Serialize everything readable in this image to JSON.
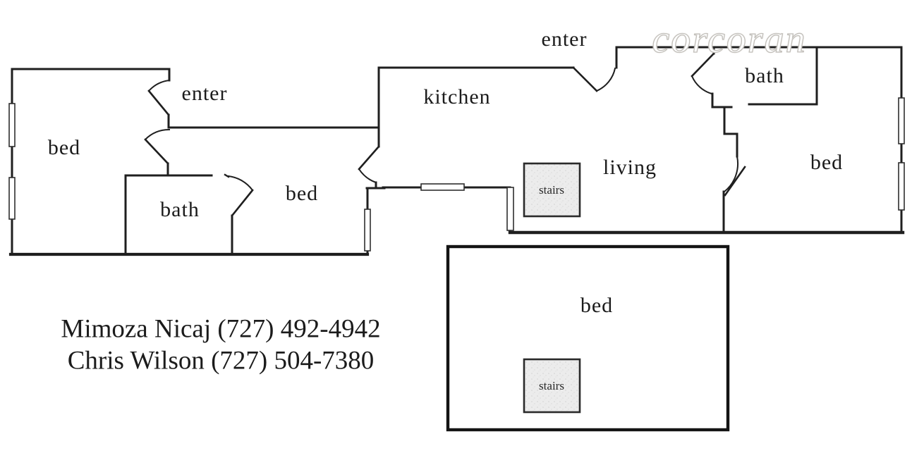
{
  "document": {
    "kind": "apartment floor plan scan",
    "background": "#ffffff"
  },
  "colors": {
    "wall": "#1f1f1f",
    "stairs_fill": "#ececec",
    "stairs_speckle": "#d2d2d2",
    "watermark_outline": "#c2bfba",
    "label_text": "#1b1b1b"
  },
  "watermark": {
    "text": "corcoran"
  },
  "contact": {
    "line1": "Mimoza Nicaj (727) 492-4942",
    "line2": "Chris Wilson (727) 504-7380"
  },
  "rooms": {
    "bed_left": "bed",
    "enter_left": "enter",
    "bath_left": "bath",
    "bed_middle": "bed",
    "kitchen": "kitchen",
    "enter_top": "enter",
    "living": "living",
    "stairs_upper": "stairs",
    "bath_right": "bath",
    "bed_right": "bed",
    "bed_lower": "bed",
    "stairs_lower": "stairs"
  }
}
